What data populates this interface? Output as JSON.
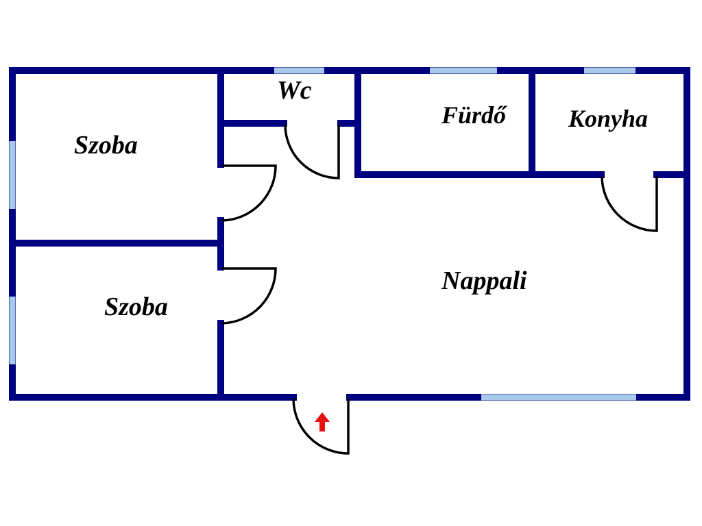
{
  "floor_plan": {
    "rooms": [
      {
        "id": "room-szoba-1",
        "label": "Szoba"
      },
      {
        "id": "room-szoba-2",
        "label": "Szoba"
      },
      {
        "id": "room-wc",
        "label": "Wc"
      },
      {
        "id": "room-furdo",
        "label": "Fürdő"
      },
      {
        "id": "room-konyha",
        "label": "Konyha"
      },
      {
        "id": "room-nappali",
        "label": "Nappali"
      }
    ],
    "entrance_marker": "arrow-up-icon",
    "colors": {
      "wall": "#000080",
      "window": "#a8c8ec",
      "door": "#000000",
      "entrance_arrow": "#e81010",
      "background": "#ffffff"
    }
  }
}
